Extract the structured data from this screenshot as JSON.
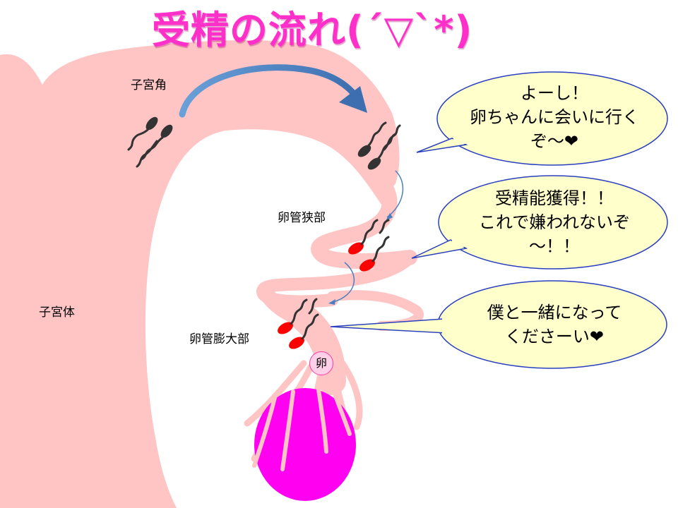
{
  "title": "受精の流れ(´▽`*)",
  "labels": {
    "uterine_horn": "子宮角",
    "uterine_body": "子宮体",
    "isthmus": "卵管狭部",
    "ampulla": "卵管膨大部",
    "egg": "卵"
  },
  "bubbles": [
    {
      "text": "よーし！\n卵ちゃんに会いに行く\nぞ～❤"
    },
    {
      "text": "受精能獲得！！\nこれで嫌われないぞ\n～！！"
    },
    {
      "text": "僕と一緒になって\nくださーい❤"
    }
  ],
  "colors": {
    "tissue": "#ffc4c4",
    "ovary": "#ff00f0",
    "sperm_head_dark": "#333333",
    "sperm_head_red": "#ff0000",
    "bubble_fill": "#ffffcc",
    "bubble_stroke": "#2a3fbf",
    "arrow": "#4a7fbf"
  }
}
